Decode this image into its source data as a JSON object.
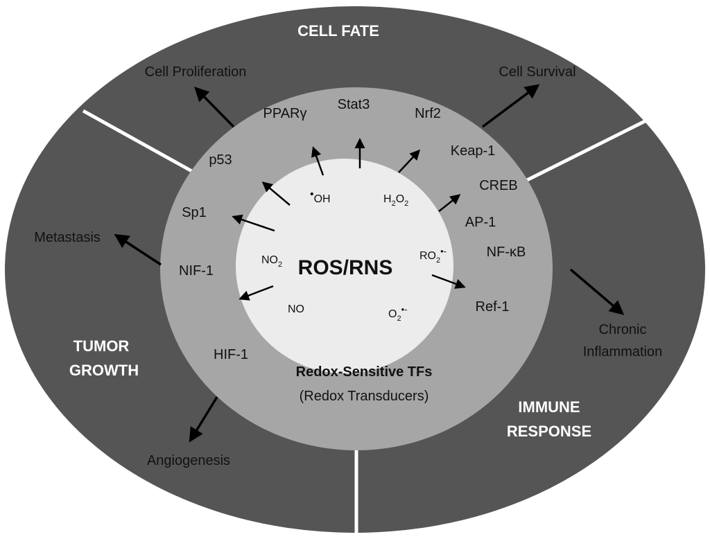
{
  "colors": {
    "outer_ring": "#555555",
    "middle_ring": "#a6a6a6",
    "center": "#ececec",
    "divider": "#ffffff",
    "arrow": "#000000"
  },
  "sectors": {
    "cell_fate": "CELL FATE",
    "tumor_growth_line1": "TUMOR",
    "tumor_growth_line2": "GROWTH",
    "immune_line1": "IMMUNE",
    "immune_line2": "RESPONSE"
  },
  "outcomes": {
    "cell_proliferation": "Cell Proliferation",
    "cell_survival": "Cell Survival",
    "metastasis": "Metastasis",
    "chronic_inflammation_line1": "Chronic",
    "chronic_inflammation_line2": "Inflammation",
    "angiogenesis": "Angiogenesis"
  },
  "transcription_factors": {
    "ppar": "PPARγ",
    "stat3": "Stat3",
    "nrf2": "Nrf2",
    "keap1": "Keap-1",
    "p53": "p53",
    "creb": "CREB",
    "sp1": "Sp1",
    "ap1": "AP-1",
    "nfkb": "NF-κB",
    "nif1": "NIF-1",
    "ref1": "Ref-1",
    "hif1": "HIF-1"
  },
  "tf_caption": {
    "line1": "Redox-Sensitive TFs",
    "line2": "(Redox Transducers)"
  },
  "center": {
    "title": "ROS/RNS",
    "species": {
      "oh_dot": "•",
      "oh": "OH",
      "h2o2_h": "H",
      "h2o2_2a": "2",
      "h2o2_o": "O",
      "h2o2_2b": "2",
      "no2_no": "NO",
      "no2_2": "2",
      "ro2_ro": "RO",
      "ro2_2": "2",
      "ro2_rad": "•-",
      "no": "NO",
      "o2_o": "O",
      "o2_2": "2",
      "o2_rad": "•-"
    }
  }
}
